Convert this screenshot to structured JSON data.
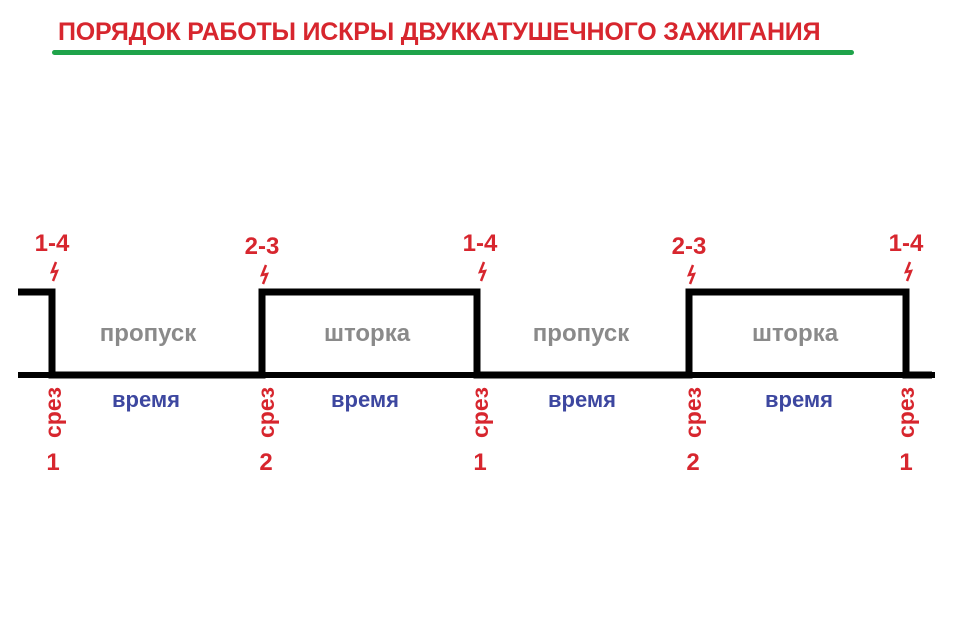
{
  "title": "ПОРЯДОК РАБОТЫ ИСКРЫ ДВУККАТУШЕЧНОГО ЗАЖИГАНИЯ",
  "colors": {
    "title": "#d7262e",
    "underline": "#1fa34a",
    "waveform": "#000000",
    "spark": "#d7262e",
    "zone_text": "#8a8a8a",
    "time_text": "#3d47a0",
    "cut_text": "#d7262e"
  },
  "sparks": [
    {
      "cylinders": "1-4",
      "icon": "spark-icon"
    },
    {
      "cylinders": "2-3",
      "icon": "spark-icon"
    },
    {
      "cylinders": "1-4",
      "icon": "spark-icon"
    },
    {
      "cylinders": "2-3",
      "icon": "spark-icon"
    },
    {
      "cylinders": "1-4",
      "icon": "spark-icon"
    }
  ],
  "zones": [
    {
      "label": "пропуск",
      "state": "low"
    },
    {
      "label": "шторка",
      "state": "high"
    },
    {
      "label": "пропуск",
      "state": "low"
    },
    {
      "label": "шторка",
      "state": "high"
    }
  ],
  "time_label": "время",
  "cuts": [
    {
      "word": "срез",
      "number": "1"
    },
    {
      "word": "срез",
      "number": "2"
    },
    {
      "word": "срез",
      "number": "1"
    },
    {
      "word": "срез",
      "number": "2"
    },
    {
      "word": "срез",
      "number": "1"
    }
  ]
}
